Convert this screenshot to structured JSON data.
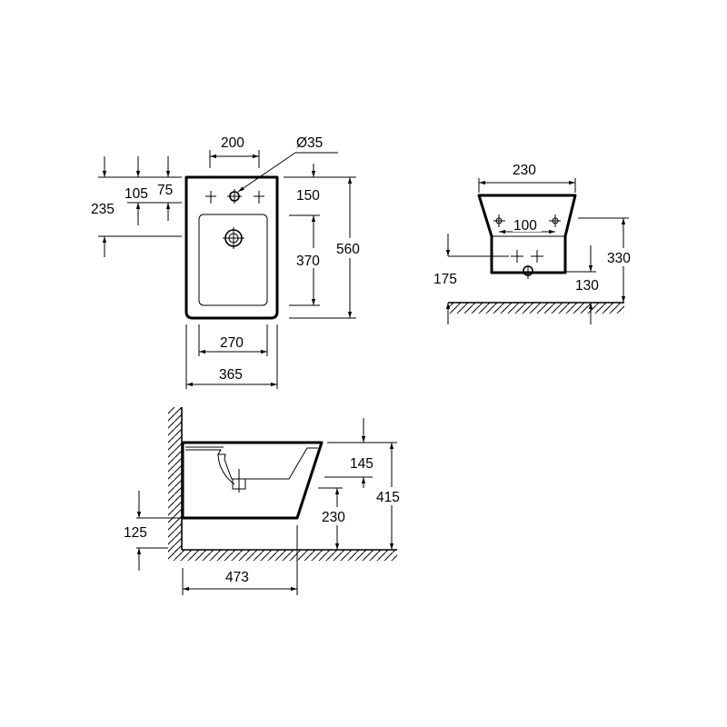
{
  "views": {
    "top": {
      "dims": {
        "hole_spacing": "200",
        "hole_diameter": "Ø35",
        "rear_to_holes": "105",
        "hole_offset": "75",
        "rear_to_bowl": "235",
        "rear_to_drain": "150",
        "bowl_length": "370",
        "overall_length": "560",
        "bowl_width": "270",
        "overall_width": "365"
      }
    },
    "front": {
      "dims": {
        "top_width": "230",
        "hole_spacing": "100",
        "hole_height": "175",
        "overall_height": "330",
        "base_height": "130"
      }
    },
    "side": {
      "dims": {
        "rim_depth": "145",
        "overall_height": "415",
        "bottom_height": "230",
        "floor_clearance": "125",
        "projection": "473"
      }
    }
  },
  "colors": {
    "line": "#000000",
    "background": "#ffffff"
  }
}
